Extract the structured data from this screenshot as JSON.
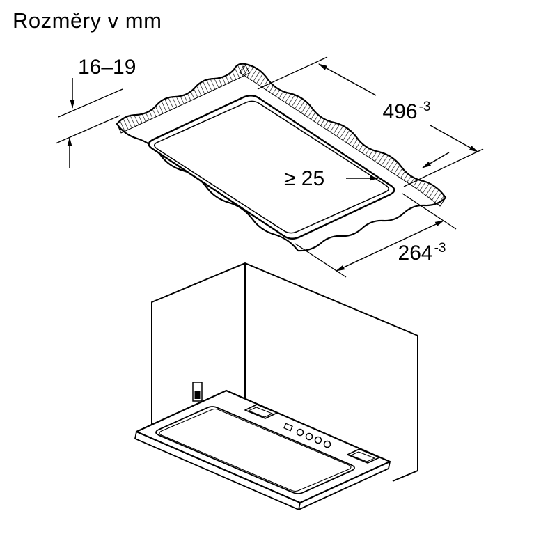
{
  "page": {
    "title": "Rozměry v mm",
    "background": "#ffffff",
    "ink": "#000000"
  },
  "dimensions": {
    "panel_thickness": {
      "label": "16–19"
    },
    "cutout_length": {
      "value": "496",
      "tolerance": "-3"
    },
    "min_distance": {
      "label": "≥ 25"
    },
    "cutout_width": {
      "value": "264",
      "tolerance": "-3"
    }
  }
}
